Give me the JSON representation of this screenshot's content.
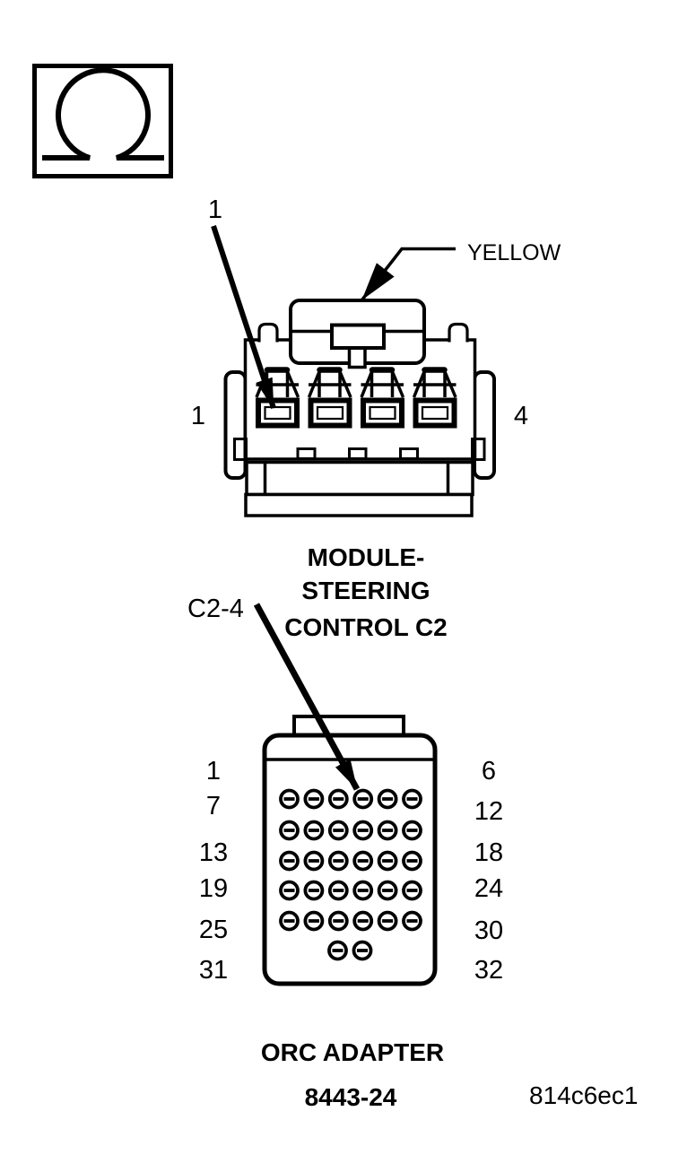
{
  "page": {
    "background_color": "#ffffff",
    "ink_color": "#000000"
  },
  "icons": {
    "omega_symbol": "Ω"
  },
  "module_connector": {
    "callout_pin": "1",
    "color_label": "YELLOW",
    "left_pin_label": "1",
    "right_pin_label": "4",
    "title_lines": [
      "MODULE-",
      "STEERING",
      "CONTROL C2"
    ]
  },
  "orc_adapter": {
    "callout": "C2-4",
    "left_pin_labels": [
      "1",
      "7",
      "13",
      "19",
      "25",
      "31"
    ],
    "right_pin_labels": [
      "6",
      "12",
      "18",
      "24",
      "30",
      "32"
    ],
    "title": "ORC ADAPTER",
    "part_number": "8443-24"
  },
  "figure_code": "814c6ec1"
}
